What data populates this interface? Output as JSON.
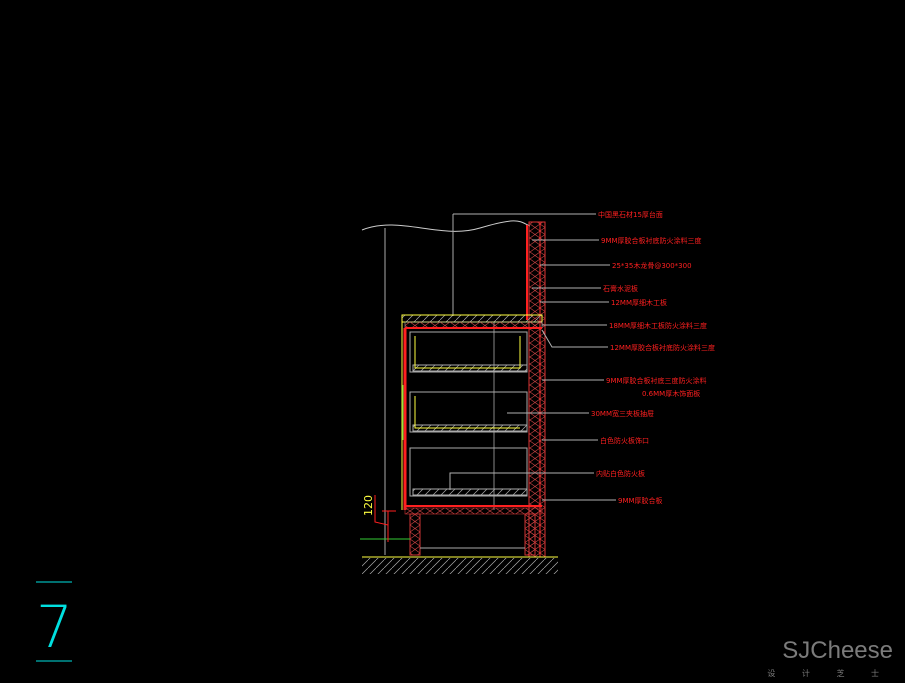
{
  "drawing": {
    "labels": [
      "中国黑石材15厚台面",
      "9MM厚胶合板衬底防火涂料三度",
      "25*35木龙骨@300*300",
      "石膏水泥板",
      "12MM厚细木工板",
      "18MM厚细木工板防火涂料三度",
      "12MM厚胶合板衬底防火涂料三度",
      "9MM厚胶合板衬底三度防火涂料",
      "0.6MM厚木饰面板",
      "30MM宽三夹板抽屉",
      "白色防火板饰口",
      "内贴白色防火板",
      "9MM厚胶合板"
    ],
    "dimension": "120",
    "section_number": "7"
  },
  "watermark": {
    "brand": "SJCheese",
    "sub": "设 计 芝 士"
  },
  "colors": {
    "background": "#000000",
    "annotation": "#ff2020",
    "section": "#00e0e0",
    "accent": "#ffff40"
  }
}
